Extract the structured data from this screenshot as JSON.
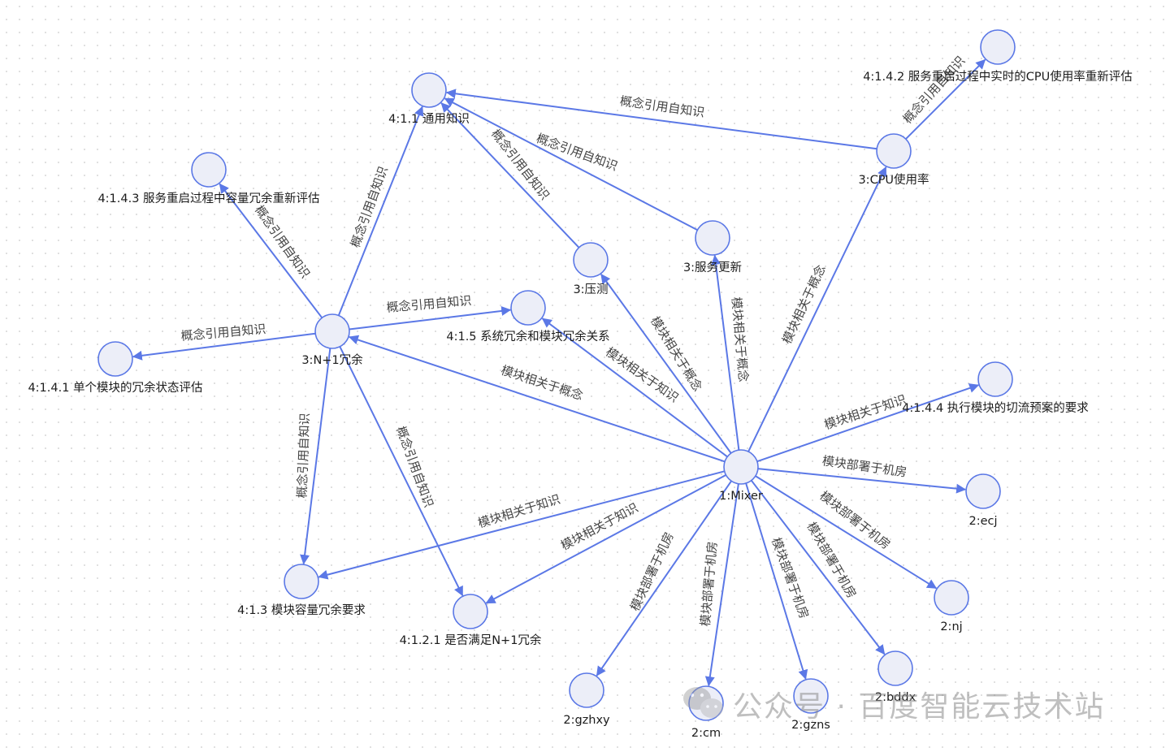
{
  "colors": {
    "edge": "#5b78e6",
    "node_fill": "#eceef8",
    "node_stroke": "#5b78e6",
    "label": "#1b1b1b",
    "edge_label": "#444444",
    "dots": "#d6d6d6"
  },
  "nodes": [
    {
      "id": "general_knowledge",
      "label": "4:1.1 通用知识"
    },
    {
      "id": "cpu_reeval",
      "label": "4:1.4.2 服务重启过程中实时的CPU使用率重新评估"
    },
    {
      "id": "cpu_usage",
      "label": "3:CPU使用率"
    },
    {
      "id": "capacity_reeval",
      "label": "4:1.4.3 服务重启过程中容量冗余重新评估"
    },
    {
      "id": "service_update",
      "label": "3:服务更新"
    },
    {
      "id": "stress_test",
      "label": "3:压测"
    },
    {
      "id": "n1_redundancy",
      "label": "3:N+1冗余"
    },
    {
      "id": "system_module_relation",
      "label": "4:1.5  系统冗余和模块冗余关系"
    },
    {
      "id": "single_module_eval",
      "label": "4:1.4.1 单个模块的冗余状态评估"
    },
    {
      "id": "failover_plan",
      "label": "4:1.4.4 执行模块的切流预案的要求"
    },
    {
      "id": "mixer",
      "label": "1:Mixer"
    },
    {
      "id": "ecj",
      "label": "2:ecj"
    },
    {
      "id": "nj",
      "label": "2:nj"
    },
    {
      "id": "module_capacity",
      "label": "4:1.3  模块容量冗余要求"
    },
    {
      "id": "satisfy_n1",
      "label": "4:1.2.1 是否满足N+1冗余"
    },
    {
      "id": "bddx",
      "label": "2:bddx"
    },
    {
      "id": "gzhxy",
      "label": "2:gzhxy"
    },
    {
      "id": "cm",
      "label": "2:cm"
    },
    {
      "id": "gzns",
      "label": "2:gzns"
    }
  ],
  "edges": [
    {
      "from": "cpu_usage",
      "to": "general_knowledge",
      "label": "概念引用自知识"
    },
    {
      "from": "cpu_usage",
      "to": "cpu_reeval",
      "label": "概念引用自知识"
    },
    {
      "from": "service_update",
      "to": "general_knowledge",
      "label": "概念引用自知识"
    },
    {
      "from": "stress_test",
      "to": "general_knowledge",
      "label": "概念引用自知识"
    },
    {
      "from": "n1_redundancy",
      "to": "general_knowledge",
      "label": "概念引用自知识"
    },
    {
      "from": "n1_redundancy",
      "to": "capacity_reeval",
      "label": "概念引用自知识"
    },
    {
      "from": "n1_redundancy",
      "to": "system_module_relation",
      "label": "概念引用自知识"
    },
    {
      "from": "n1_redundancy",
      "to": "single_module_eval",
      "label": "概念引用自知识"
    },
    {
      "from": "n1_redundancy",
      "to": "module_capacity",
      "label": "概念引用自知识"
    },
    {
      "from": "n1_redundancy",
      "to": "satisfy_n1",
      "label": "概念引用自知识"
    },
    {
      "from": "mixer",
      "to": "cpu_usage",
      "label": "模块相关于概念"
    },
    {
      "from": "mixer",
      "to": "service_update",
      "label": "模块相关于概念"
    },
    {
      "from": "mixer",
      "to": "stress_test",
      "label": "模块相关于概念"
    },
    {
      "from": "mixer",
      "to": "n1_redundancy",
      "label": "模块相关于概念"
    },
    {
      "from": "mixer",
      "to": "system_module_relation",
      "label": "模块相关于知识"
    },
    {
      "from": "mixer",
      "to": "failover_plan",
      "label": "模块相关于知识"
    },
    {
      "from": "mixer",
      "to": "module_capacity",
      "label": "模块相关于知识"
    },
    {
      "from": "mixer",
      "to": "satisfy_n1",
      "label": "模块相关于知识"
    },
    {
      "from": "mixer",
      "to": "ecj",
      "label": "模块部署于机房"
    },
    {
      "from": "mixer",
      "to": "nj",
      "label": "模块部署于机房"
    },
    {
      "from": "mixer",
      "to": "bddx",
      "label": "模块部署于机房"
    },
    {
      "from": "mixer",
      "to": "gzns",
      "label": "模块部署于机房"
    },
    {
      "from": "mixer",
      "to": "cm",
      "label": "模块部署于机房"
    },
    {
      "from": "mixer",
      "to": "gzhxy",
      "label": "模块部署于机房"
    }
  ],
  "watermark": {
    "text": "公众号 · 百度智能云技术站",
    "icon": "wechat-icon"
  }
}
